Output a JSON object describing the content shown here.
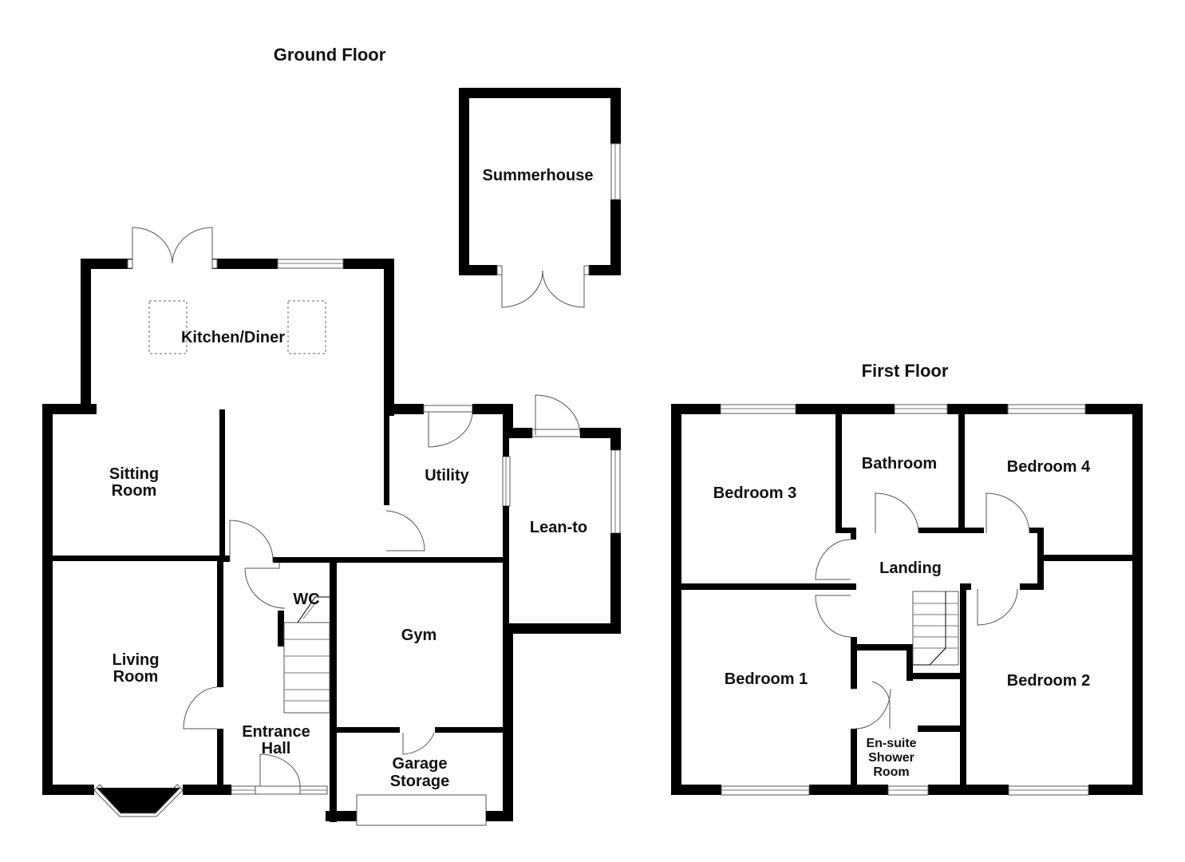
{
  "ground_floor": {
    "title": "Ground Floor",
    "rooms": {
      "summerhouse": "Summerhouse",
      "kitchen_diner": "Kitchen/Diner",
      "sitting_room": [
        "Sitting",
        "Room"
      ],
      "utility": "Utility",
      "lean_to": "Lean-to",
      "wc": "WC",
      "living_room": [
        "Living",
        "Room"
      ],
      "gym": "Gym",
      "entrance_hall": [
        "Entrance",
        "Hall"
      ],
      "garage_storage": [
        "Garage",
        "Storage"
      ]
    }
  },
  "first_floor": {
    "title": "First Floor",
    "rooms": {
      "bedroom_3": "Bedroom 3",
      "bathroom": "Bathroom",
      "bedroom_4": "Bedroom 4",
      "landing": "Landing",
      "bedroom_1": "Bedroom 1",
      "bedroom_2": "Bedroom 2",
      "ensuite": [
        "En-suite",
        "Shower",
        "Room"
      ]
    }
  }
}
